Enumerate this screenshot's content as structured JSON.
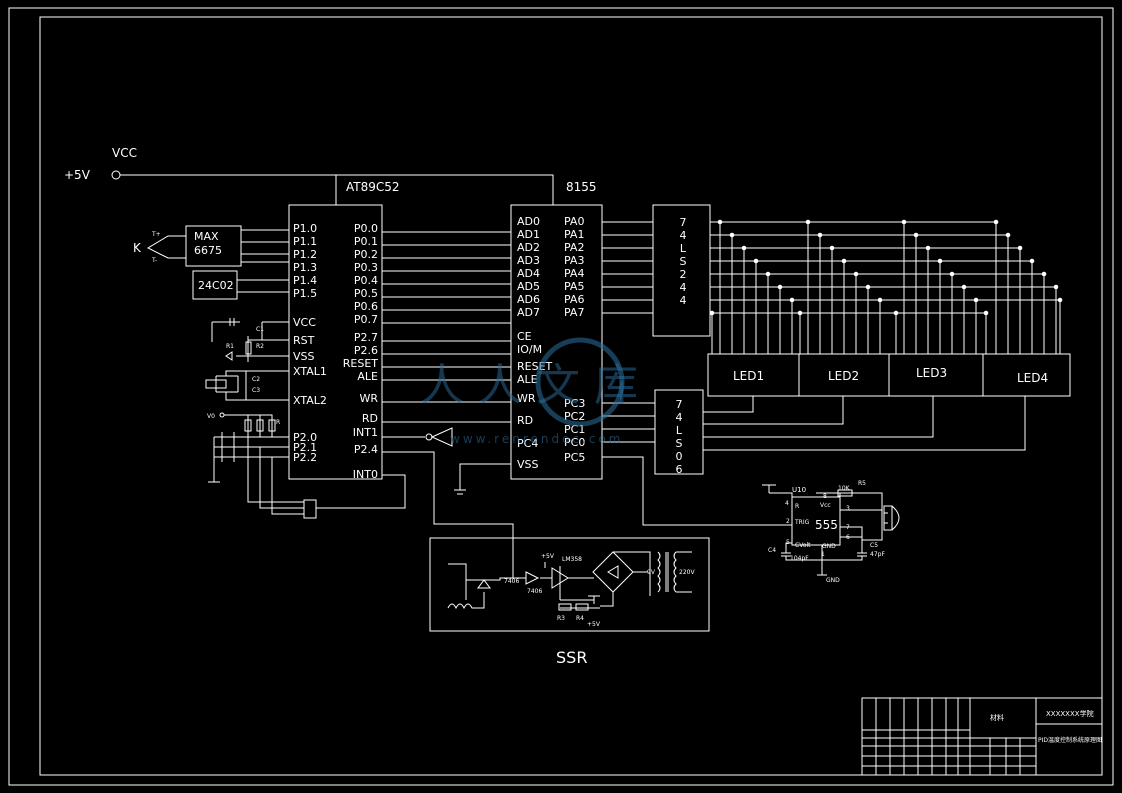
{
  "supply": {
    "voltage": "+5V",
    "vcc": "VCC"
  },
  "mcu": {
    "name": "AT89C52",
    "left_pins": [
      "P1.0",
      "P1.1",
      "P1.2",
      "P1.3",
      "P1.4",
      "P1.5",
      "VCC",
      "RST",
      "VSS",
      "XTAL1",
      "XTAL2",
      "P2.0",
      "P2.1",
      "P2.2"
    ],
    "right_pins": [
      "P0.0",
      "P0.1",
      "P0.2",
      "P0.3",
      "P0.4",
      "P0.5",
      "P0.6",
      "P0.7",
      "P2.7",
      "P2.6",
      "RESET",
      "ALE",
      "WR",
      "RD",
      "INT1",
      "P2.4",
      "INT0"
    ]
  },
  "io_chip": {
    "name": "8155",
    "left_pins": [
      "AD0",
      "AD1",
      "AD2",
      "AD3",
      "AD4",
      "AD5",
      "AD6",
      "AD7",
      "CE",
      "IO/M",
      "RESET",
      "ALE",
      "WR",
      "RD",
      "PC4",
      "VSS"
    ],
    "right_pins": [
      "PA0",
      "PA1",
      "PA2",
      "PA3",
      "PA4",
      "PA5",
      "PA6",
      "PA7",
      "PC3",
      "PC2",
      "PC1",
      "PC0",
      "PC5"
    ]
  },
  "sensor": {
    "chip": [
      "MAX",
      "6675"
    ],
    "thermocouple": "K",
    "t_plus": "T+",
    "t_minus": "T-"
  },
  "eeprom": "24C02",
  "decoder_a": [
    "7",
    "4",
    "L",
    "S",
    "2",
    "4",
    "4"
  ],
  "decoder_b": [
    "7",
    "4",
    "L",
    "S",
    "0",
    "6"
  ],
  "leds": [
    "LED1",
    "LED2",
    "LED3",
    "LED4"
  ],
  "timer": {
    "label": "U10",
    "chip": "555",
    "trig": "TRIG",
    "vcc": "Vcc",
    "gnd": "GND",
    "r": "R",
    "resistor": "10K",
    "r_name": "R5",
    "c_label": "C4",
    "cv": "CVolt",
    "cap_val": "104pF",
    "c5": "C5",
    "c5_val": "47pF",
    "pins": [
      "4",
      "8",
      "2",
      "7",
      "6",
      "5",
      "1",
      "3"
    ],
    "ground": "GND"
  },
  "ssr": {
    "title": "SSR",
    "opto_a": "7406",
    "opto_b": "7406",
    "supply": "+5V",
    "comparator": "LM358",
    "r3": "R3",
    "r4": "R4",
    "supply2": "+5V",
    "ac_low": "9V",
    "ac_high": "220V"
  },
  "osc_labels": [
    "C1",
    "R1",
    "R2",
    "C2",
    "C3",
    "V0",
    "R"
  ],
  "title_block": {
    "school": "XXXXXXX学院",
    "material": "材料",
    "subtitle": "PID温度控制系统原理图"
  },
  "watermark": {
    "text": "人人文库",
    "url": "www.renrendoc.com"
  }
}
